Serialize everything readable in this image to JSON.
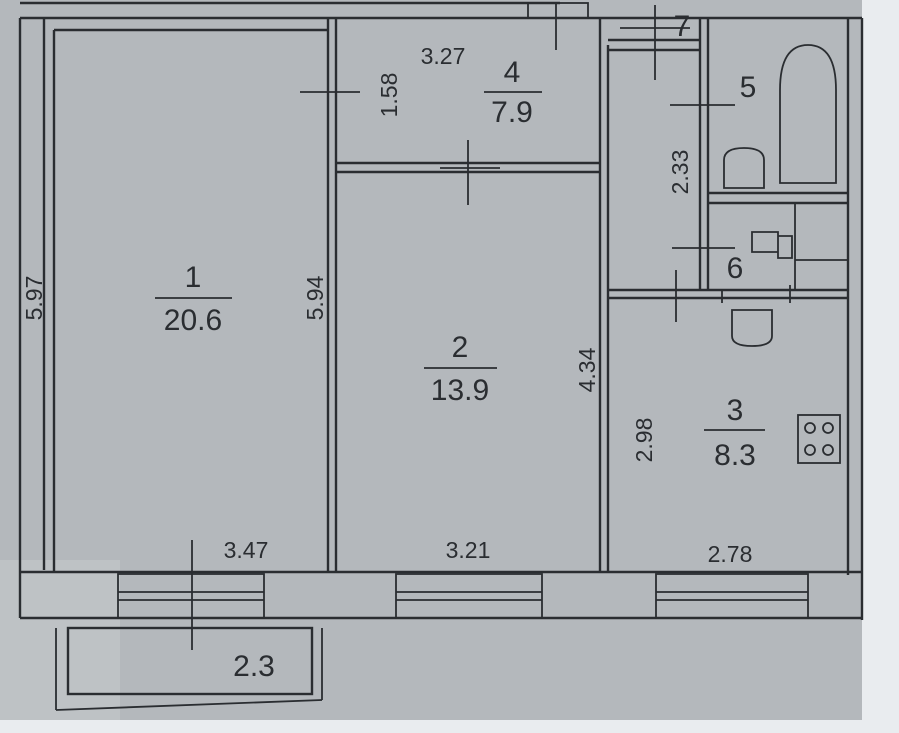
{
  "rooms": [
    {
      "number": "1",
      "area": "20.6"
    },
    {
      "number": "2",
      "area": "13.9"
    },
    {
      "number": "3",
      "area": "8.3"
    },
    {
      "number": "4",
      "area": "7.9"
    },
    {
      "number": "5",
      "area": ""
    },
    {
      "number": "6",
      "area": ""
    },
    {
      "number": "7",
      "area": ""
    }
  ],
  "dimensions": {
    "room1_height": "5.97",
    "room1_inner_height": "5.94",
    "room1_width": "3.47",
    "room2_width": "3.21",
    "room2_height": "4.34",
    "room3_width": "2.78",
    "room3_height": "2.98",
    "room4_width": "3.27",
    "room4_height": "1.58",
    "corridor_height": "2.33",
    "balcony_width": "2.3"
  },
  "colors": {
    "sheet": "#b4b8bc",
    "ink": "#2a2d31",
    "background": "#e9ecef"
  }
}
